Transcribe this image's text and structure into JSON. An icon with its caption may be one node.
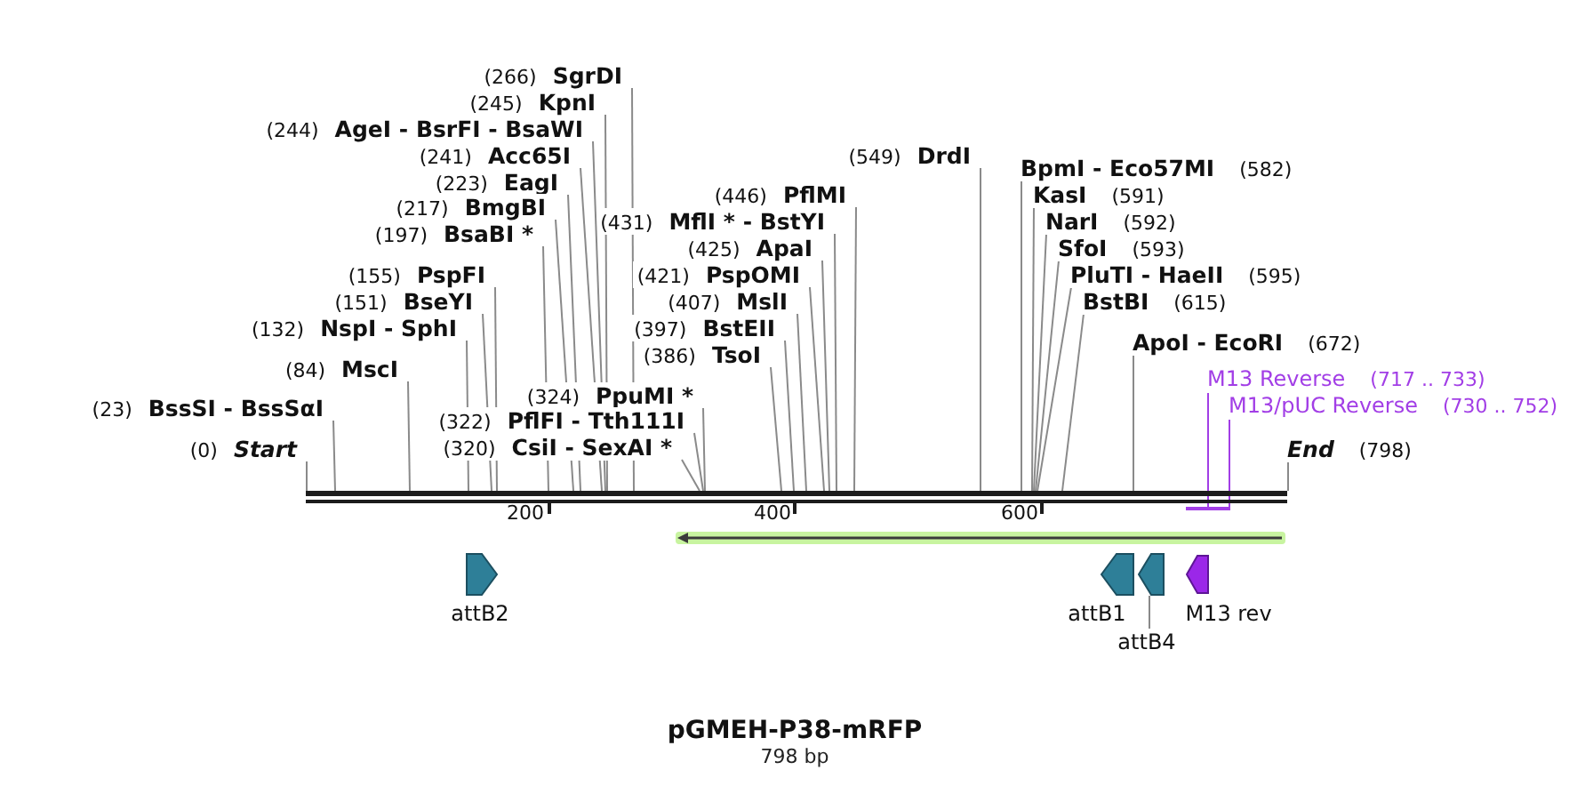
{
  "diagram": {
    "title": "pGMEH-P38-mRFP",
    "caption": "798 bp",
    "nodes": [
      {
        "text": [
          "(266)",
          "SgrDI"
        ]
      },
      {
        "text": [
          "(245)",
          "KpnI"
        ]
      },
      {
        "text": [
          "(244)",
          "AgeI - BsrFI - BsaWI"
        ]
      },
      {
        "text": [
          "(241)",
          "Acc65I"
        ]
      },
      {
        "text": [
          "(549)",
          "DrdI"
        ]
      },
      {
        "text": [
          "BpmI - Eco57MI",
          "(582)"
        ]
      },
      {
        "text": [
          "(223)",
          "EagI"
        ]
      },
      {
        "text": [
          "(446)",
          "PflMI"
        ]
      },
      {
        "text": [
          "KasI",
          "(591)"
        ]
      },
      {
        "text": [
          "(217)",
          "BmgBI"
        ]
      },
      {
        "text": [
          "(431)",
          "MflI * - BstYI"
        ]
      },
      {
        "text": [
          "NarI",
          "(592)"
        ]
      },
      {
        "text": [
          "(197)",
          "BsaBI *"
        ]
      },
      {
        "text": [
          "(425)",
          "ApaI"
        ]
      },
      {
        "text": [
          "SfoI",
          "(593)"
        ]
      },
      {
        "text": [
          "(155)",
          "PspFI"
        ]
      },
      {
        "text": [
          "(421)",
          "PspOMI"
        ]
      },
      {
        "text": [
          "PluTI - HaeII",
          "(595)"
        ]
      },
      {
        "text": [
          "(151)",
          "BseYI"
        ]
      },
      {
        "text": [
          "(407)",
          "MslI"
        ]
      },
      {
        "text": [
          "BstBI",
          "(615)"
        ]
      },
      {
        "text": [
          "(132)",
          "NspI - SphI"
        ]
      },
      {
        "text": [
          "(397)",
          "BstEII"
        ]
      },
      {
        "text": [
          "ApoI - EcoRI",
          "(672)"
        ]
      },
      {
        "text": [
          "(386)",
          "TsoI"
        ]
      },
      {
        "text": [
          "(84)",
          "MscI"
        ]
      },
      {
        "text": [
          "M13 Reverse",
          "(717 .. 733)"
        ]
      },
      {
        "text": [
          "(324)",
          "PpuMI *"
        ]
      },
      {
        "text": [
          "M13/pUC Reverse",
          "(730 .. 752)"
        ]
      },
      {
        "text": [
          "(23)",
          "BssSI - BssSαI"
        ]
      },
      {
        "text": [
          "(322)",
          "PflFI - Tth111I"
        ]
      },
      {
        "text": [
          "(320)",
          "CsiI - SexAI *"
        ]
      },
      {
        "text": [
          "(0)",
          "Start"
        ]
      },
      {
        "text": [
          "End",
          "(798)"
        ]
      },
      {
        "text": [],
        "shape": "bar"
      },
      {
        "text": [],
        "shape": "bar"
      },
      {
        "text": [],
        "shape": "arrow"
      },
      {
        "text": [],
        "shape": "arrow",
        "beside": [
          "attB2"
        ]
      },
      {
        "text": [],
        "shape": "arrow",
        "beside": [
          "attB1"
        ]
      },
      {
        "text": [],
        "shape": "arrow"
      },
      {
        "text": [],
        "shape": "arrow",
        "beside": [
          "M13 rev"
        ]
      },
      {
        "text": [
          "attB4"
        ]
      }
    ],
    "edges": [
      {
        "from": 0,
        "to": 34,
        "arrow": "none"
      },
      {
        "from": 1,
        "to": 34,
        "arrow": "none"
      },
      {
        "from": 2,
        "to": 34,
        "arrow": "none"
      },
      {
        "from": 3,
        "to": 34,
        "arrow": "none"
      },
      {
        "from": 4,
        "to": 34,
        "arrow": "none"
      },
      {
        "from": 5,
        "to": 34,
        "arrow": "none"
      },
      {
        "from": 6,
        "to": 34,
        "arrow": "none"
      },
      {
        "from": 7,
        "to": 34,
        "arrow": "none"
      },
      {
        "from": 8,
        "to": 34,
        "arrow": "none"
      },
      {
        "from": 9,
        "to": 34,
        "arrow": "none"
      },
      {
        "from": 10,
        "to": 34,
        "arrow": "none"
      },
      {
        "from": 11,
        "to": 34,
        "arrow": "none"
      },
      {
        "from": 12,
        "to": 34,
        "arrow": "none"
      },
      {
        "from": 13,
        "to": 34,
        "arrow": "none"
      },
      {
        "from": 14,
        "to": 34,
        "arrow": "none"
      },
      {
        "from": 15,
        "to": 34,
        "arrow": "none"
      },
      {
        "from": 16,
        "to": 34,
        "arrow": "none"
      },
      {
        "from": 17,
        "to": 34,
        "arrow": "none"
      },
      {
        "from": 18,
        "to": 34,
        "arrow": "none"
      },
      {
        "from": 19,
        "to": 34,
        "arrow": "none"
      },
      {
        "from": 20,
        "to": 34,
        "arrow": "none"
      },
      {
        "from": 21,
        "to": 34,
        "arrow": "none"
      },
      {
        "from": 22,
        "to": 34,
        "arrow": "none"
      },
      {
        "from": 23,
        "to": 34,
        "arrow": "none"
      },
      {
        "from": 24,
        "to": 34,
        "arrow": "none"
      },
      {
        "from": 25,
        "to": 34,
        "arrow": "none"
      },
      {
        "from": 26,
        "to": 35,
        "arrow": "none",
        "color": "#a23ee6"
      },
      {
        "from": 27,
        "to": 34,
        "arrow": "none"
      },
      {
        "from": 28,
        "to": 35,
        "arrow": "none",
        "color": "#a23ee6"
      },
      {
        "from": 29,
        "to": 34,
        "arrow": "none"
      },
      {
        "from": 30,
        "to": 34,
        "arrow": "none"
      },
      {
        "from": 31,
        "to": 34,
        "arrow": "none"
      },
      {
        "from": 32,
        "to": 34,
        "arrow": "none"
      },
      {
        "from": 33,
        "to": 34,
        "arrow": "none"
      },
      {
        "from": 41,
        "to": 39,
        "arrow": "none"
      }
    ],
    "labels": [
      "200",
      "400",
      "600"
    ]
  }
}
